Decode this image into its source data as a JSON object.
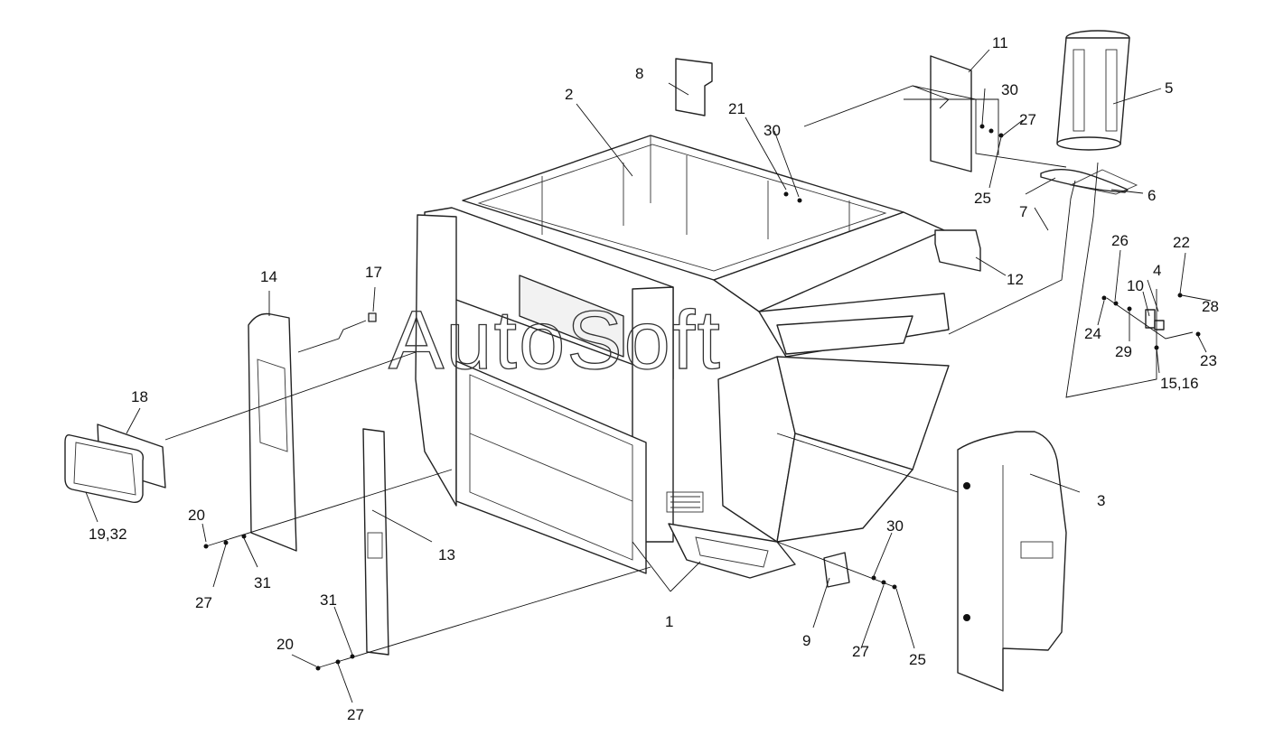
{
  "watermark": "AutoSoft",
  "callouts": [
    {
      "id": "c-1",
      "label": "1"
    },
    {
      "id": "c-2",
      "label": "2"
    },
    {
      "id": "c-3",
      "label": "3"
    },
    {
      "id": "c-4",
      "label": "4"
    },
    {
      "id": "c-5",
      "label": "5"
    },
    {
      "id": "c-6",
      "label": "6"
    },
    {
      "id": "c-7",
      "label": "7"
    },
    {
      "id": "c-8",
      "label": "8"
    },
    {
      "id": "c-9",
      "label": "9"
    },
    {
      "id": "c-10",
      "label": "10"
    },
    {
      "id": "c-11",
      "label": "11"
    },
    {
      "id": "c-12",
      "label": "12"
    },
    {
      "id": "c-13",
      "label": "13"
    },
    {
      "id": "c-14",
      "label": "14"
    },
    {
      "id": "c-15-16",
      "label": "15,16"
    },
    {
      "id": "c-17",
      "label": "17"
    },
    {
      "id": "c-18",
      "label": "18"
    },
    {
      "id": "c-19-32",
      "label": "19,32"
    },
    {
      "id": "c-20a",
      "label": "20"
    },
    {
      "id": "c-20b",
      "label": "20"
    },
    {
      "id": "c-21",
      "label": "21"
    },
    {
      "id": "c-22",
      "label": "22"
    },
    {
      "id": "c-23",
      "label": "23"
    },
    {
      "id": "c-24",
      "label": "24"
    },
    {
      "id": "c-25a",
      "label": "25"
    },
    {
      "id": "c-25b",
      "label": "25"
    },
    {
      "id": "c-26",
      "label": "26"
    },
    {
      "id": "c-27a",
      "label": "27"
    },
    {
      "id": "c-27b",
      "label": "27"
    },
    {
      "id": "c-27c",
      "label": "27"
    },
    {
      "id": "c-27d",
      "label": "27"
    },
    {
      "id": "c-28",
      "label": "28"
    },
    {
      "id": "c-29",
      "label": "29"
    },
    {
      "id": "c-30a",
      "label": "30"
    },
    {
      "id": "c-30b",
      "label": "30"
    },
    {
      "id": "c-30c",
      "label": "30"
    },
    {
      "id": "c-31a",
      "label": "31"
    },
    {
      "id": "c-31b",
      "label": "31"
    }
  ]
}
